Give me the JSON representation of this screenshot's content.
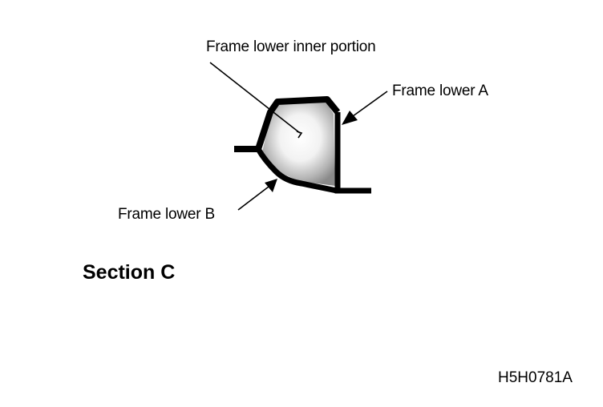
{
  "labels": {
    "inner_portion": "Frame lower inner portion",
    "frame_a": "Frame lower A",
    "frame_b": "Frame lower B"
  },
  "section_title": "Section C",
  "figure_code": "H5H0781A",
  "colors": {
    "ink": "#000000",
    "shade_dark": "#8a8a8a",
    "shade_light": "#ffffff"
  }
}
